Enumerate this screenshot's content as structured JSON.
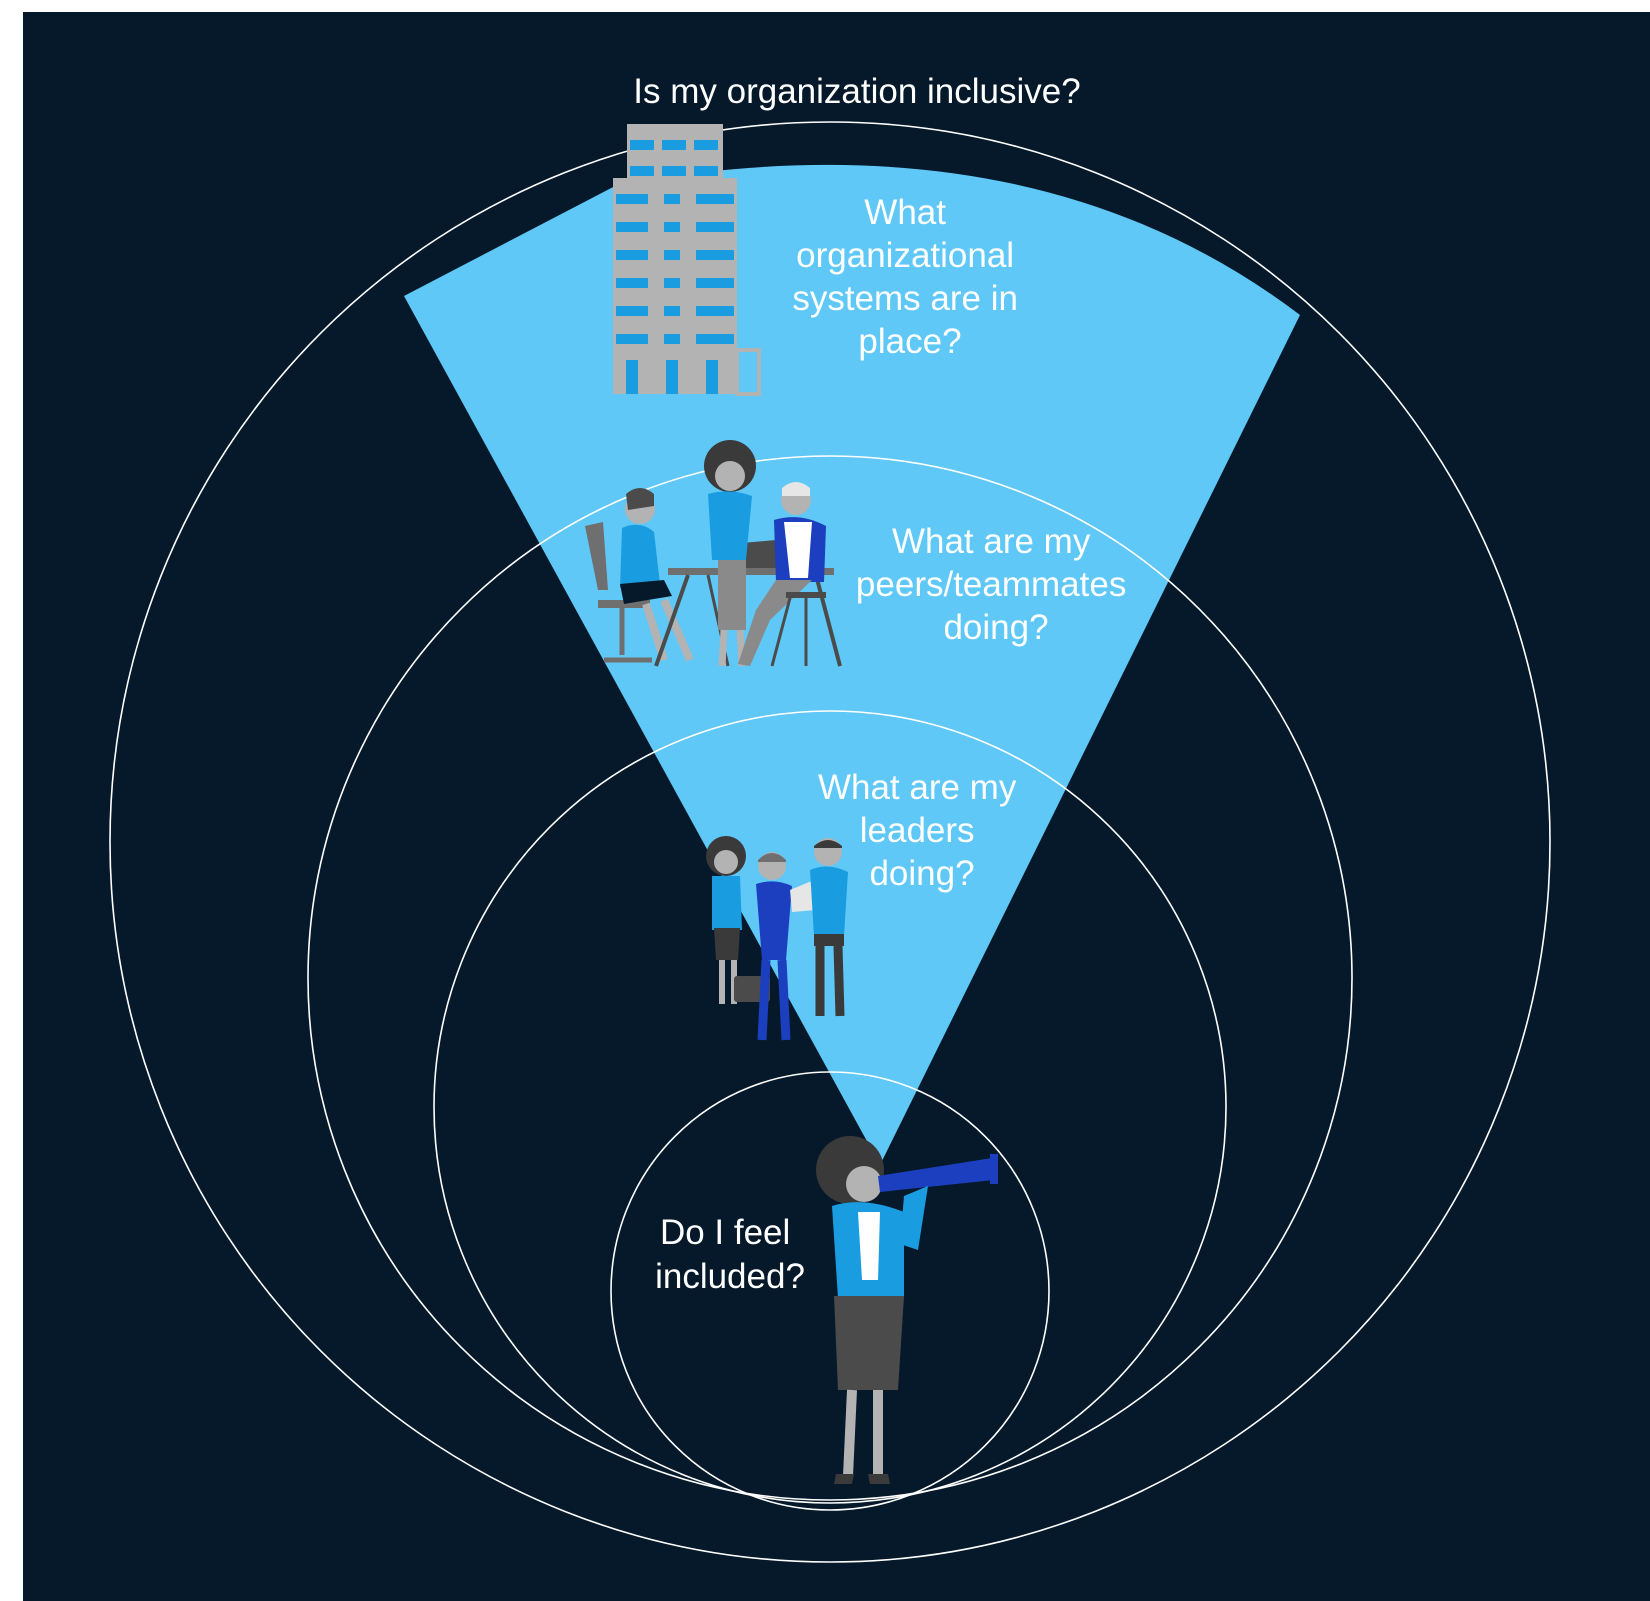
{
  "title": "Is my organization inclusive?",
  "rings": [
    {
      "id": "organization",
      "lines": [
        "What",
        "organizational",
        "systems are in",
        "place?"
      ]
    },
    {
      "id": "peers",
      "lines": [
        "What are my",
        "peers/teammates",
        "doing?"
      ]
    },
    {
      "id": "leaders",
      "lines": [
        "What are my",
        "leaders",
        "doing?"
      ]
    },
    {
      "id": "self",
      "lines": [
        "Do I feel",
        "included?"
      ]
    }
  ],
  "colors": {
    "background": "#05192a",
    "beam": "#5fc8f7",
    "ring_stroke": "#ffffff",
    "accent_blue": "#1a9de0",
    "accent_dark_blue": "#1c3fbf",
    "building_gray": "#b3b3b3"
  },
  "icons": {
    "organization": "office-building-icon",
    "peers": "team-meeting-icon",
    "leaders": "leaders-group-icon",
    "self": "woman-with-telescope-icon"
  }
}
